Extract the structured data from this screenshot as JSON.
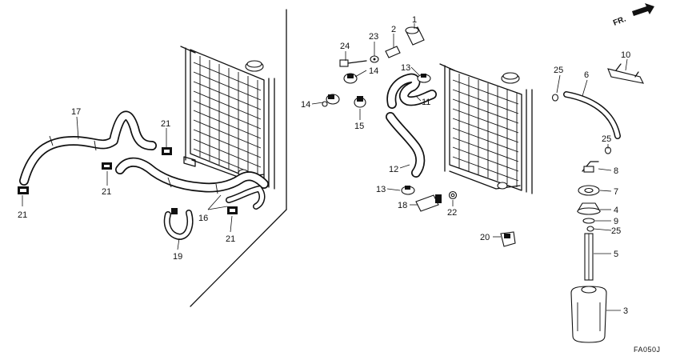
{
  "orientation_label": "FR.",
  "drawing_code": "FA050J",
  "callouts": {
    "n1": "1",
    "n2": "2",
    "n3": "3",
    "n4": "4",
    "n5": "5",
    "n6": "6",
    "n7": "7",
    "n8": "8",
    "n9": "9",
    "n10": "10",
    "n11": "11",
    "n12": "12",
    "n13a": "13",
    "n13b": "13",
    "n14a": "14",
    "n14b": "14",
    "n15": "15",
    "n16": "16",
    "n17": "17",
    "n18": "18",
    "n19": "19",
    "n20": "20",
    "n21a": "21",
    "n21b": "21",
    "n21c": "21",
    "n21d": "21",
    "n22": "22",
    "n23": "23",
    "n24": "24",
    "n25a": "25",
    "n25b": "25",
    "n25c": "25"
  },
  "colors": {
    "line": "#111111",
    "background": "#ffffff"
  }
}
